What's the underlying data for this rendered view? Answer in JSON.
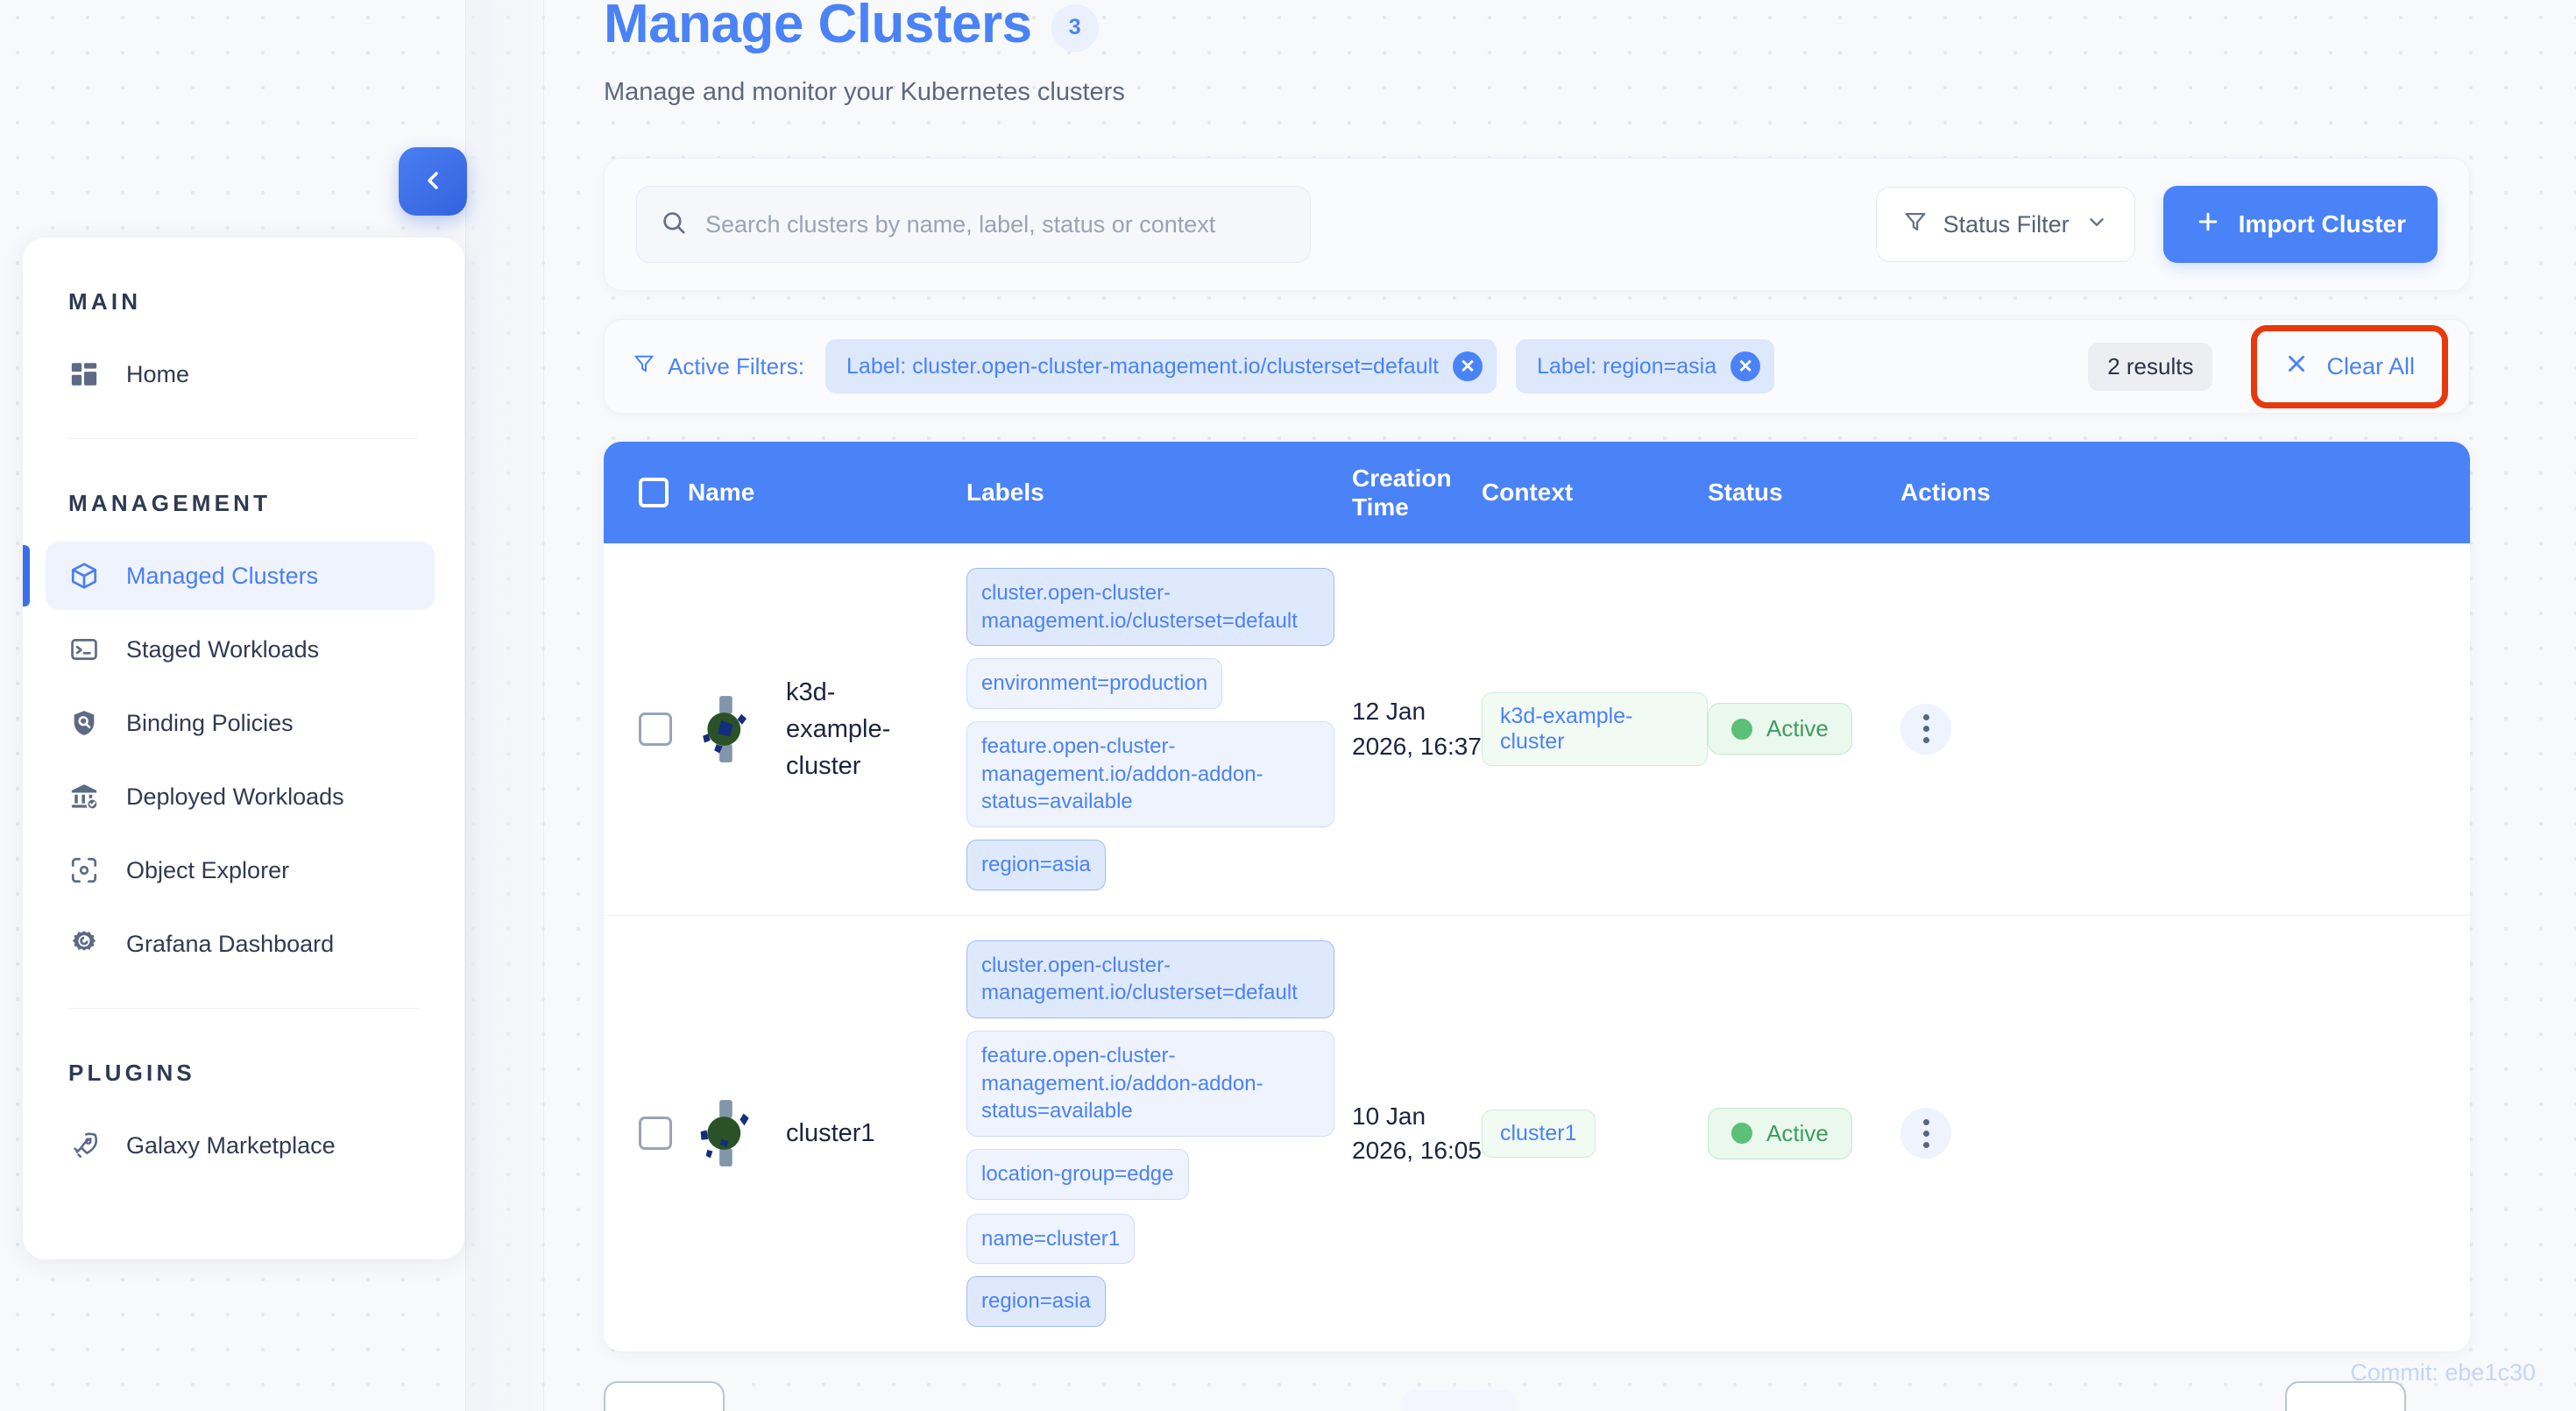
{
  "sidebar": {
    "collapse_icon": "chevron-left-icon",
    "sections": [
      {
        "label": "MAIN",
        "items": [
          {
            "label": "Home",
            "icon": "dashboard-grid-icon",
            "active": false
          }
        ]
      },
      {
        "label": "MANAGEMENT",
        "items": [
          {
            "label": "Managed Clusters",
            "icon": "cube-icon",
            "active": true
          },
          {
            "label": "Staged Workloads",
            "icon": "terminal-icon",
            "active": false
          },
          {
            "label": "Binding Policies",
            "icon": "shield-search-icon",
            "active": false
          },
          {
            "label": "Deployed Workloads",
            "icon": "bank-check-icon",
            "active": false
          },
          {
            "label": "Object Explorer",
            "icon": "scan-object-icon",
            "active": false
          },
          {
            "label": "Grafana Dashboard",
            "icon": "grafana-icon",
            "active": false
          }
        ]
      },
      {
        "label": "PLUGINS",
        "items": [
          {
            "label": "Galaxy Marketplace",
            "icon": "rocket-icon",
            "active": false
          }
        ]
      }
    ]
  },
  "header": {
    "title": "Manage Clusters",
    "count_badge": "3",
    "subtitle": "Manage and monitor your Kubernetes clusters"
  },
  "toolbar": {
    "search_placeholder": "Search clusters by name, label, status or context",
    "search_value": "",
    "search_icon": "search-icon",
    "status_filter_label": "Status Filter",
    "status_filter_icon": "funnel-icon",
    "status_filter_chevron": "chevron-down-icon",
    "import_label": "Import Cluster",
    "import_icon": "plus-icon"
  },
  "active_filters": {
    "label": "Active Filters:",
    "icon": "funnel-icon",
    "chips": [
      {
        "text": "Label: cluster.open-cluster-management.io/clusterset=default",
        "remove_icon": "close-circle-icon",
        "remove_glyph": "✕"
      },
      {
        "text": "Label: region=asia",
        "remove_icon": "close-circle-icon",
        "remove_glyph": "✕"
      }
    ],
    "results_text": "2 results",
    "clear_all_label": "Clear All",
    "clear_all_icon": "close-x-icon",
    "clear_all_glyph": "✕",
    "highlight_color": "#e8380d"
  },
  "table": {
    "columns": [
      "Name",
      "Labels",
      "Creation Time",
      "Context",
      "Status",
      "Actions"
    ],
    "header_creation_line1": "Creation",
    "header_creation_line2": "Time",
    "header_bg": "#4a82f7",
    "rows": [
      {
        "name": "k3d-example-cluster",
        "logo_icon": "kubernetes-cluster-icon",
        "label_rows": [
          [
            {
              "text": "cluster.open-cluster-management.io/clusterset=default",
              "strong": true
            }
          ],
          [
            {
              "text": "environment=production",
              "strong": false
            }
          ],
          [
            {
              "text": "feature.open-cluster-management.io/addon-addon-status=available",
              "strong": false
            }
          ],
          [
            {
              "text": "region=asia",
              "strong": true
            }
          ]
        ],
        "creation_time": "12 Jan 2026, 16:37",
        "context": "k3d-example-cluster",
        "status": "Active",
        "status_color": "#5cc077",
        "actions_icon": "kebab-menu-icon"
      },
      {
        "name": "cluster1",
        "logo_icon": "kubernetes-cluster-icon",
        "label_rows": [
          [
            {
              "text": "cluster.open-cluster-management.io/clusterset=default",
              "strong": true
            }
          ],
          [
            {
              "text": "feature.open-cluster-management.io/addon-addon-status=available",
              "strong": false
            }
          ],
          [
            {
              "text": "location-group=edge",
              "strong": false
            },
            {
              "text": "name=cluster1",
              "strong": false
            }
          ],
          [
            {
              "text": "region=asia",
              "strong": true
            }
          ]
        ],
        "creation_time": "10 Jan 2026, 16:05",
        "context": "cluster1",
        "status": "Active",
        "status_color": "#5cc077",
        "actions_icon": "kebab-menu-icon"
      }
    ]
  },
  "footer": {
    "commit": "Commit: ebe1c30"
  }
}
